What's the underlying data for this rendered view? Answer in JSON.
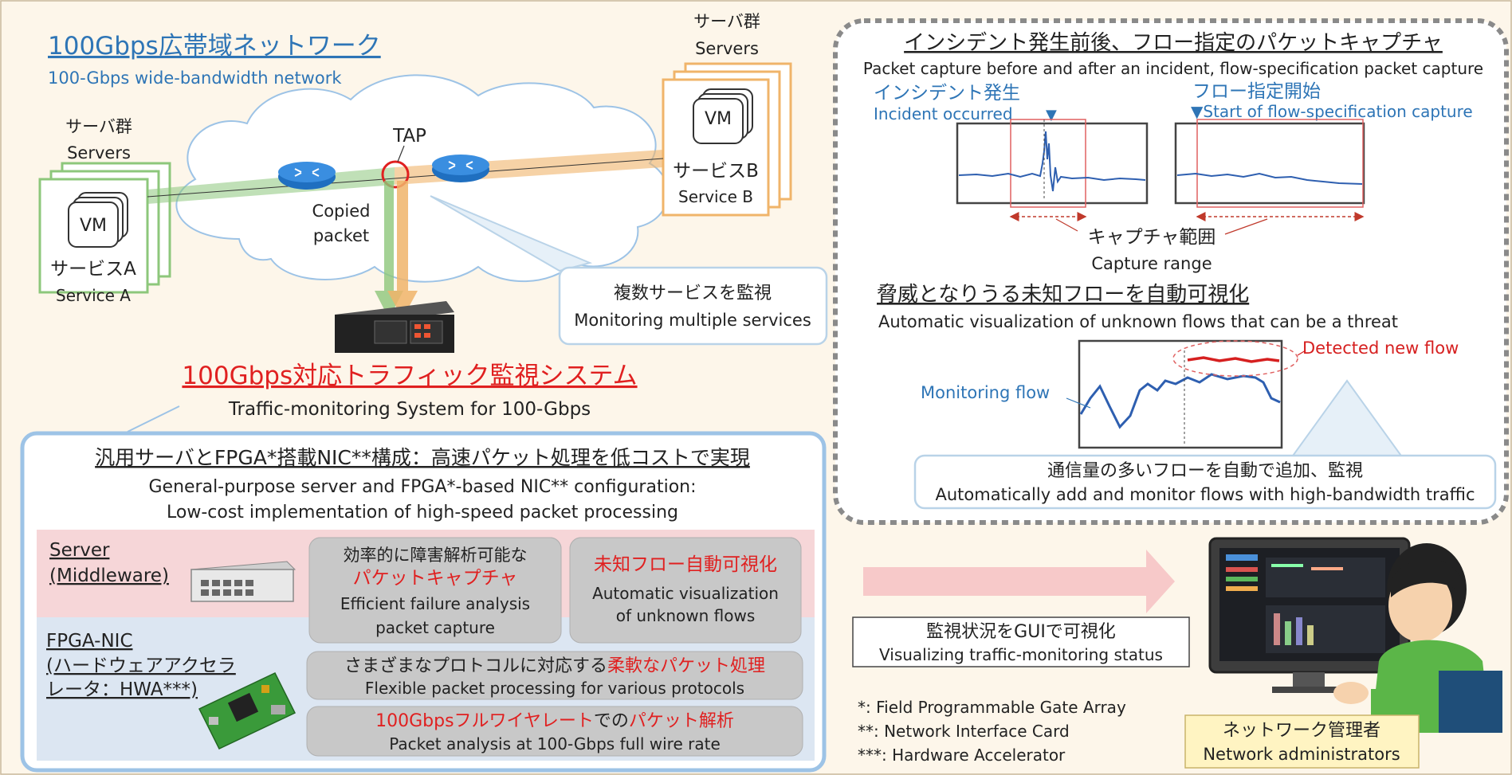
{
  "network": {
    "title_ja": "100Gbps広帯域ネットワーク",
    "title_en": "100-Gbps wide-bandwidth network"
  },
  "servers_left": {
    "group_ja": "サーバ群",
    "group_en": "Servers",
    "vm": "VM",
    "service_ja": "サービスA",
    "service_en": "Service A"
  },
  "servers_right": {
    "group_ja": "サーバ群",
    "group_en": "Servers",
    "vm": "VM",
    "service_ja": "サービスB",
    "service_en": "Service B"
  },
  "tap": {
    "label": "TAP",
    "copied_1": "Copied",
    "copied_2": "packet"
  },
  "monitor_multi": {
    "ja": "複数サービスを監視",
    "en": "Monitoring multiple services"
  },
  "system": {
    "title_ja": "100Gbps対応トラフィック監視システム",
    "title_en": "Traffic-monitoring System for 100-Gbps"
  },
  "config": {
    "heading_ja": "汎用サーバとFPGA*搭載NIC**構成：高速パケット処理を低コストで実現",
    "line1_en": "General-purpose server and FPGA*-based NIC** configuration:",
    "line2_en": "Low-cost implementation of high-speed packet processing"
  },
  "server_row": {
    "label_1": "Server",
    "label_2": "(Middleware)",
    "box1_ja1": "効率的に障害解析可能な",
    "box1_ja2": "パケットキャプチャ",
    "box1_en1": "Efficient failure analysis",
    "box1_en2": "packet capture",
    "box2_ja": "未知フロー自動可視化",
    "box2_en1": "Automatic visualization",
    "box2_en2": "of unknown flows"
  },
  "fpga_row": {
    "label_1": "FPGA-NIC",
    "label_2": "(ハードウェアアクセラ",
    "label_3": "レータ：HWA***)",
    "box1_ja_a": "さまざまなプロトコルに対応する",
    "box1_ja_b": "柔軟なパケット処理",
    "box1_en": "Flexible packet processing for various protocols",
    "box2_ja_a": "100Gbpsフルワイヤレート",
    "box2_ja_b": "での",
    "box2_ja_c": "パケット解析",
    "box2_en": "Packet analysis at 100-Gbps full wire rate"
  },
  "capture": {
    "title_ja": "インシデント発生前後、フロー指定のパケットキャプチャ",
    "title_en": "Packet capture before and after an incident, flow-specification packet capture",
    "incident_ja": "インシデント発生",
    "incident_en": "Incident occurred",
    "flowspec_ja": "フロー指定開始",
    "flowspec_en": "Start of flow-specification capture",
    "range_ja": "キャプチャ範囲",
    "range_en": "Capture range"
  },
  "unknown": {
    "title_ja": "脅威となりうる未知フローを自動可視化",
    "title_en": "Automatic visualization of unknown flows that can be a threat",
    "detected": "Detected new flow",
    "monitoring": "Monitoring flow",
    "note_ja": "通信量の多いフローを自動で追加、監視",
    "note_en": "Automatically add and monitor flows with high-bandwidth traffic"
  },
  "gui": {
    "ja": "監視状況をGUIで可視化",
    "en": "Visualizing traffic-monitoring status"
  },
  "footnotes": {
    "f1": "*: Field Programmable Gate Array",
    "f2": "**: Network Interface Card",
    "f3": "***: Hardware Accelerator"
  },
  "admin": {
    "ja": "ネットワーク管理者",
    "en": "Network administrators"
  },
  "colors": {
    "blue_text": "#2e75b6",
    "red_text": "#e02020",
    "green": "#8dc77b",
    "orange": "#f0b46a",
    "router": "#1f6fc0"
  }
}
